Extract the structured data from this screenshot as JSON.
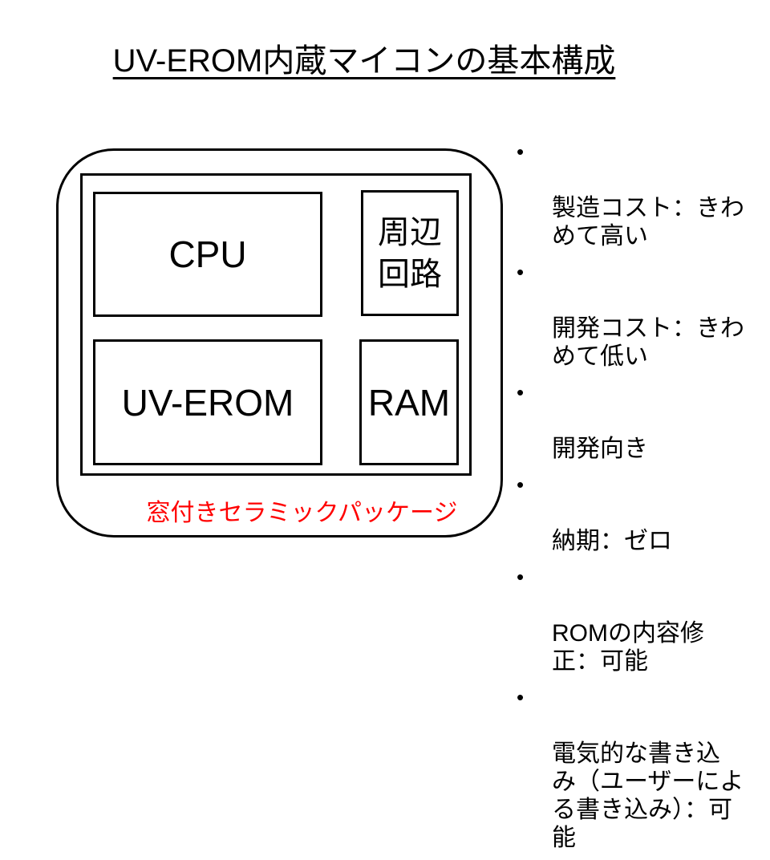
{
  "slide": {
    "title": "UV-EROM内蔵マイコンの基本構成",
    "colors": {
      "text": "#000000",
      "line": "#000000",
      "package_label": "#ff0000",
      "background": "#ffffff"
    },
    "bullet_char": "•",
    "diagram": {
      "blocks": {
        "cpu": "CPU",
        "peripheral": "周辺\n回路",
        "uv_erom": "UV-EROM",
        "ram": "RAM"
      },
      "package_label": "窓付きセラミックパッケージ"
    },
    "bullets": [
      "製造コスト：きわ\nめて高い",
      "開発コスト：きわ\nめて低い",
      "開発向き",
      "納期：ゼロ",
      "ROMの内容修\n正：可能",
      "電気的な書き込\nみ（ユーザーによ\nる書き込み）：可\n能"
    ]
  }
}
